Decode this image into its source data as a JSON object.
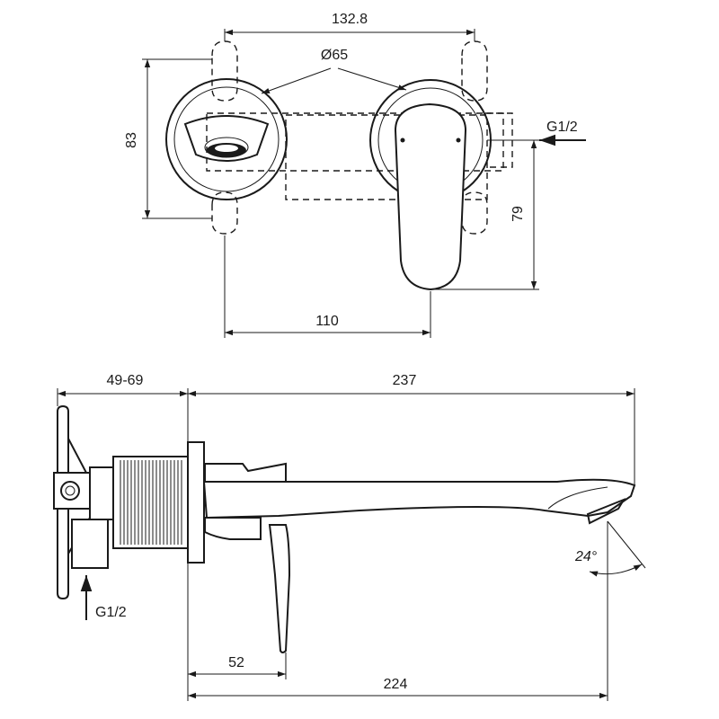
{
  "dimensions": {
    "top_width": "132.8",
    "diameter": "Ø65",
    "height_83": "83",
    "height_79": "79",
    "spacing_110": "110",
    "wall_depth": "49-69",
    "total_length": "237",
    "lever_offset": "52",
    "spout_length": "224",
    "angle": "24°"
  },
  "connections": {
    "front": "G1/2",
    "side": "G1/2"
  }
}
